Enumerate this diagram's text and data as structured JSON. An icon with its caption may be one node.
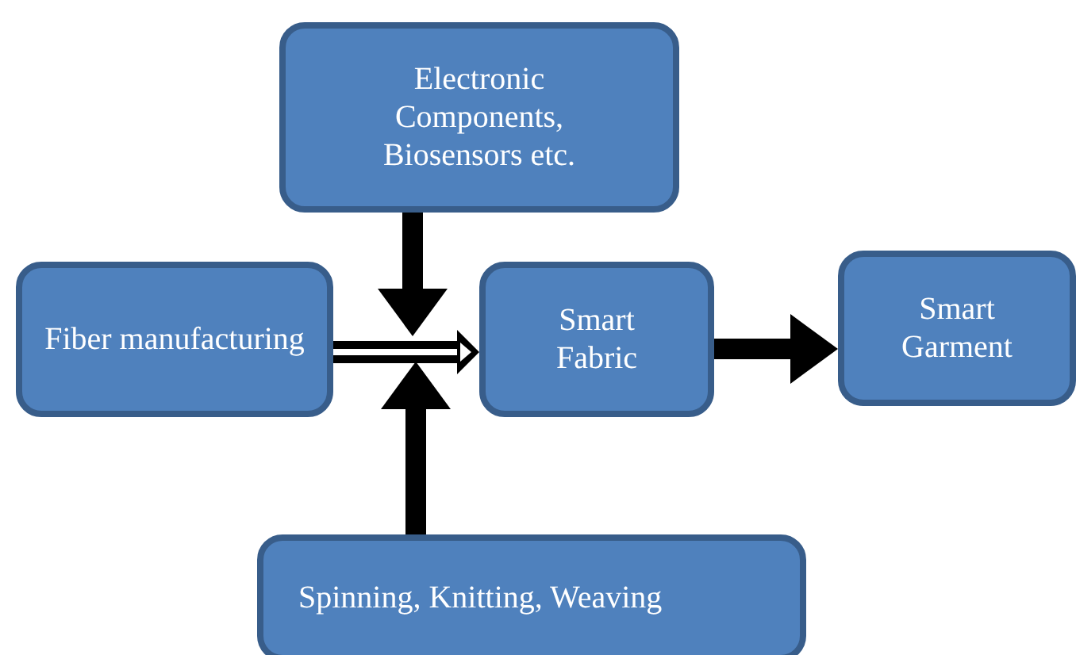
{
  "diagram": {
    "nodes": [
      {
        "text": [
          "Electronic Components, Biosensors etc."
        ]
      },
      {
        "text": [
          "Fiber manufacturing"
        ]
      },
      {
        "text": [
          "Smart Fabric"
        ]
      },
      {
        "text": [
          "Smart Garment"
        ]
      },
      {
        "text": [
          "Spinning, Knitting, Weaving"
        ]
      }
    ],
    "edges": [
      {
        "from": 1,
        "to": 2,
        "arrow": "to"
      },
      {
        "from": 0,
        "to": null,
        "arrow": "to"
      },
      {
        "from": 4,
        "to": null,
        "arrow": "to"
      },
      {
        "from": 2,
        "to": 3,
        "arrow": "to"
      }
    ]
  }
}
